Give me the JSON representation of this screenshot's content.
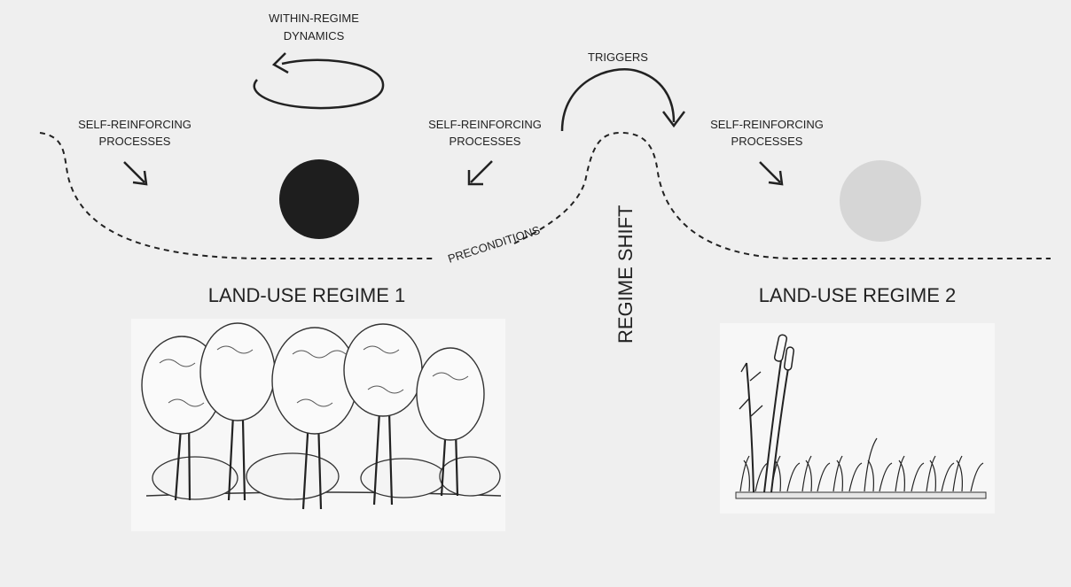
{
  "labels": {
    "within_regime_line1": "WITHIN-REGIME",
    "within_regime_line2": "DYNAMICS",
    "triggers": "TRIGGERS",
    "srp_left_line1": "SELF-REINFORCING",
    "srp_left_line2": "PROCESSES",
    "srp_mid_line1": "SELF-REINFORCING",
    "srp_mid_line2": "PROCESSES",
    "srp_right_line1": "SELF-REINFORCING",
    "srp_right_line2": "PROCESSES",
    "preconditions": "PRECONDITIONS",
    "regime_shift": "REGIME SHIFT",
    "regime1": "LAND-USE REGIME 1",
    "regime2": "LAND-USE REGIME 2"
  },
  "colors": {
    "background": "#efefef",
    "ball_regime1": "#1e1e1e",
    "ball_regime2": "#d6d6d6",
    "line": "#222222"
  },
  "illustrations": {
    "regime1_icon": "forest-trees-illustration",
    "regime2_icon": "grassland-cattails-illustration"
  }
}
